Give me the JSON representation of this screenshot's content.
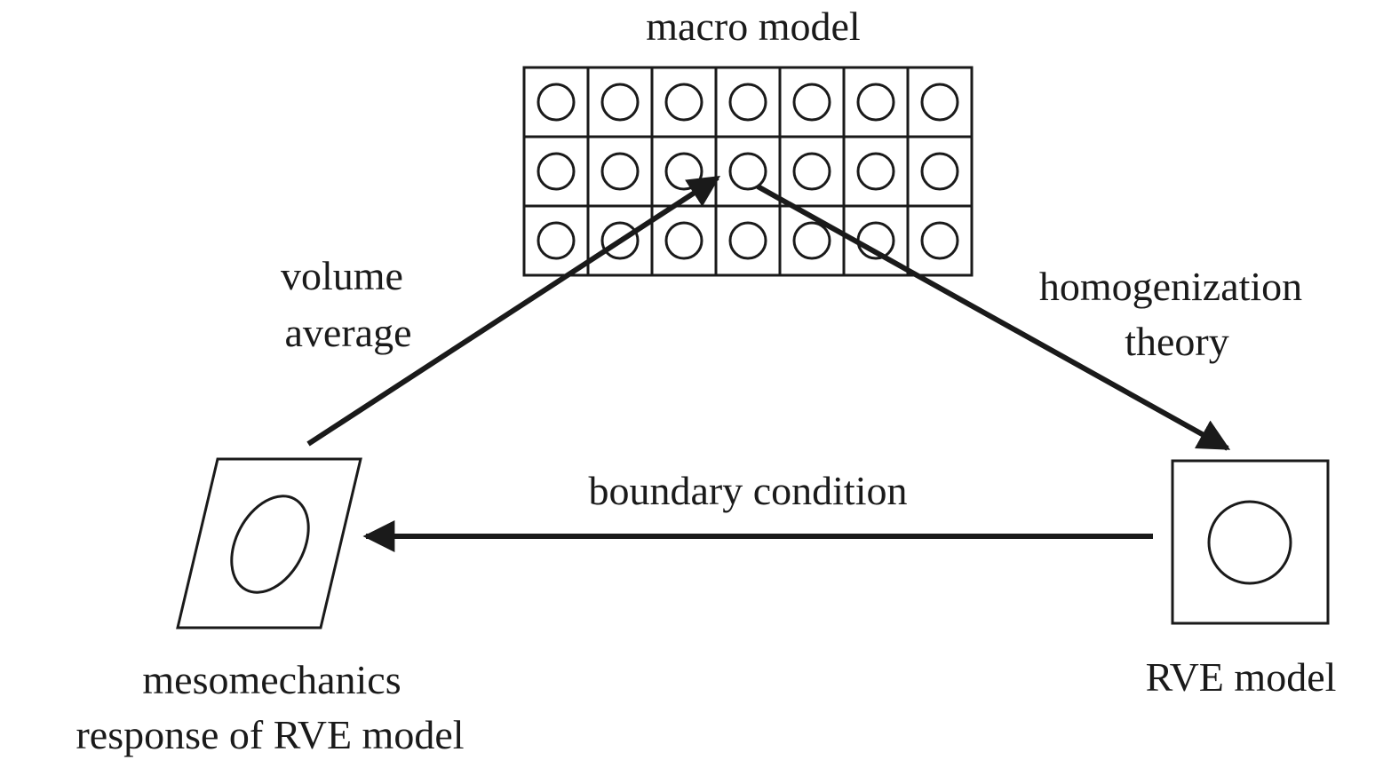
{
  "labels": {
    "macro_model": "macro model",
    "volume_average_line1": "volume",
    "volume_average_line2": "average",
    "homogenization_line1": "homogenization",
    "homogenization_line2": "theory",
    "boundary_condition": "boundary condition",
    "mesomechanics_line1": "mesomechanics",
    "mesomechanics_line2": "response of RVE model",
    "rve_model": "RVE model"
  },
  "grid": {
    "rows": 3,
    "cols": 7
  },
  "colors": {
    "stroke": "#1a1a1a",
    "background": "#ffffff"
  }
}
